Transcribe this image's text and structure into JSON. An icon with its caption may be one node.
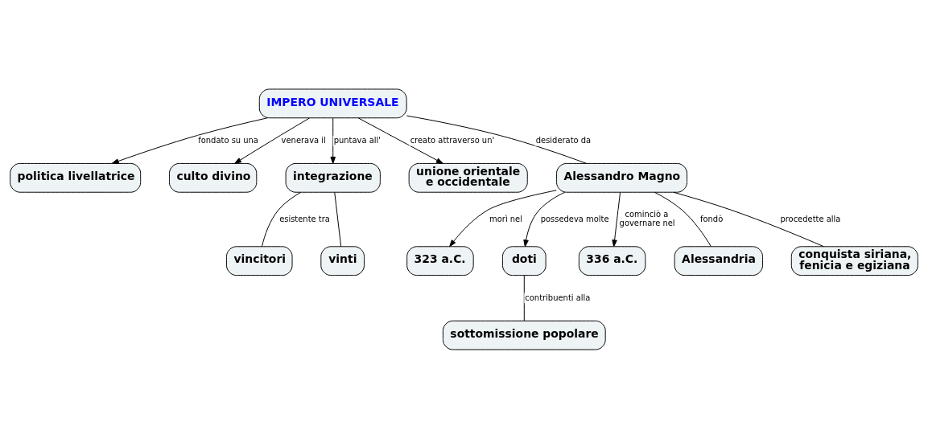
{
  "diagram": {
    "nodes": [
      {
        "text": [
          "politica livellatrice"
        ]
      },
      {
        "text": [
          "culto divino"
        ]
      },
      {
        "text": [
          "integrazione"
        ]
      },
      {
        "text": [
          "IMPERO UNIVERSALE"
        ]
      },
      {
        "text": [
          "323 a.C."
        ]
      },
      {
        "text": [
          "unione orientale e occidentale"
        ]
      },
      {
        "text": [
          "vincitori"
        ]
      },
      {
        "text": [
          "vinti"
        ]
      },
      {
        "text": [
          "doti"
        ]
      },
      {
        "text": [
          "Alessandro Magno"
        ]
      },
      {
        "text": [
          "336 a.C."
        ]
      },
      {
        "text": [
          "Alessandria"
        ]
      },
      {
        "text": [
          "sottomissione popolare"
        ]
      },
      {
        "text": [
          "conquista siriana, fenicia e egiziana"
        ]
      }
    ],
    "edges": [
      {
        "from": 3,
        "to": 0,
        "arrow": "to",
        "label": "fondato su una"
      },
      {
        "from": 3,
        "to": 1,
        "arrow": "to",
        "label": "venerava il"
      },
      {
        "from": 3,
        "to": 2,
        "arrow": "to",
        "label": "puntava all'"
      },
      {
        "from": 3,
        "to": 5,
        "arrow": "to",
        "label": "creato attraverso un'"
      },
      {
        "from": 3,
        "to": 9,
        "arrow": "none",
        "label": "desiderato da"
      },
      {
        "from": 9,
        "to": 4,
        "arrow": "to",
        "label": "morì nel"
      },
      {
        "from": 9,
        "to": 8,
        "arrow": "to",
        "label": "possedeva molte"
      },
      {
        "from": 9,
        "to": 10,
        "arrow": "to",
        "label": "cominciò a governare nel"
      },
      {
        "from": 9,
        "to": 11,
        "arrow": "none",
        "label": "fondò"
      },
      {
        "from": 9,
        "to": 13,
        "arrow": "none",
        "label": "procedette alla"
      },
      {
        "from": 8,
        "to": 12,
        "arrow": "none",
        "label": "contribuenti alla"
      },
      {
        "from": 2,
        "to": 6,
        "arrow": "none",
        "label": "esistente tra"
      },
      {
        "from": 2,
        "to": 7,
        "arrow": "none"
      }
    ]
  }
}
